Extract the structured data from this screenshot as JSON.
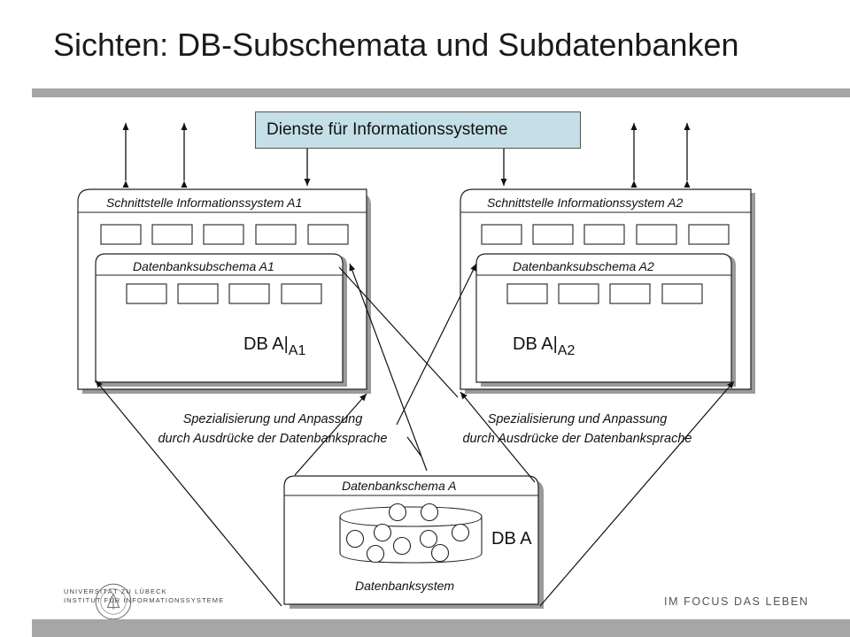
{
  "slide": {
    "title": "Sichten: DB-Subschemata und Subdatenbanken"
  },
  "diagram": {
    "services": "Dienste für Informationssysteme",
    "view_a1": {
      "interface_label": "Schnittstelle Informationssystem A1",
      "subschema_label": "Datenbanksubschema A1",
      "db_main": "DB A|",
      "db_sub": "A1"
    },
    "view_a2": {
      "interface_label": "Schnittstelle Informationssystem A2",
      "subschema_label": "Datenbanksubschema A2",
      "db_main": "DB A|",
      "db_sub": "A2"
    },
    "caption_left": {
      "line1": "Spezialisierung und Anpassung",
      "line2": "durch Ausdrücke der Datenbanksprache"
    },
    "caption_right": {
      "line1": "Spezialisierung und Anpassung",
      "line2": "durch Ausdrücke der Datenbanksprache"
    },
    "schema": {
      "label": "Datenbankschema A",
      "db_label": "DB A",
      "system_label": "Datenbanksystem"
    }
  },
  "footer": {
    "university_line1": "UNIVERSITÄT ZU LÜBECK",
    "university_line2": "INSTITUT FÜR INFORMATIONSSYSTEME",
    "slogan": "IM FOCUS DAS LEBEN"
  },
  "colors": {
    "accent_bar": "#a6a6a6",
    "services_fill": "#c5dfe8",
    "shadow": "#9a9a9a"
  }
}
